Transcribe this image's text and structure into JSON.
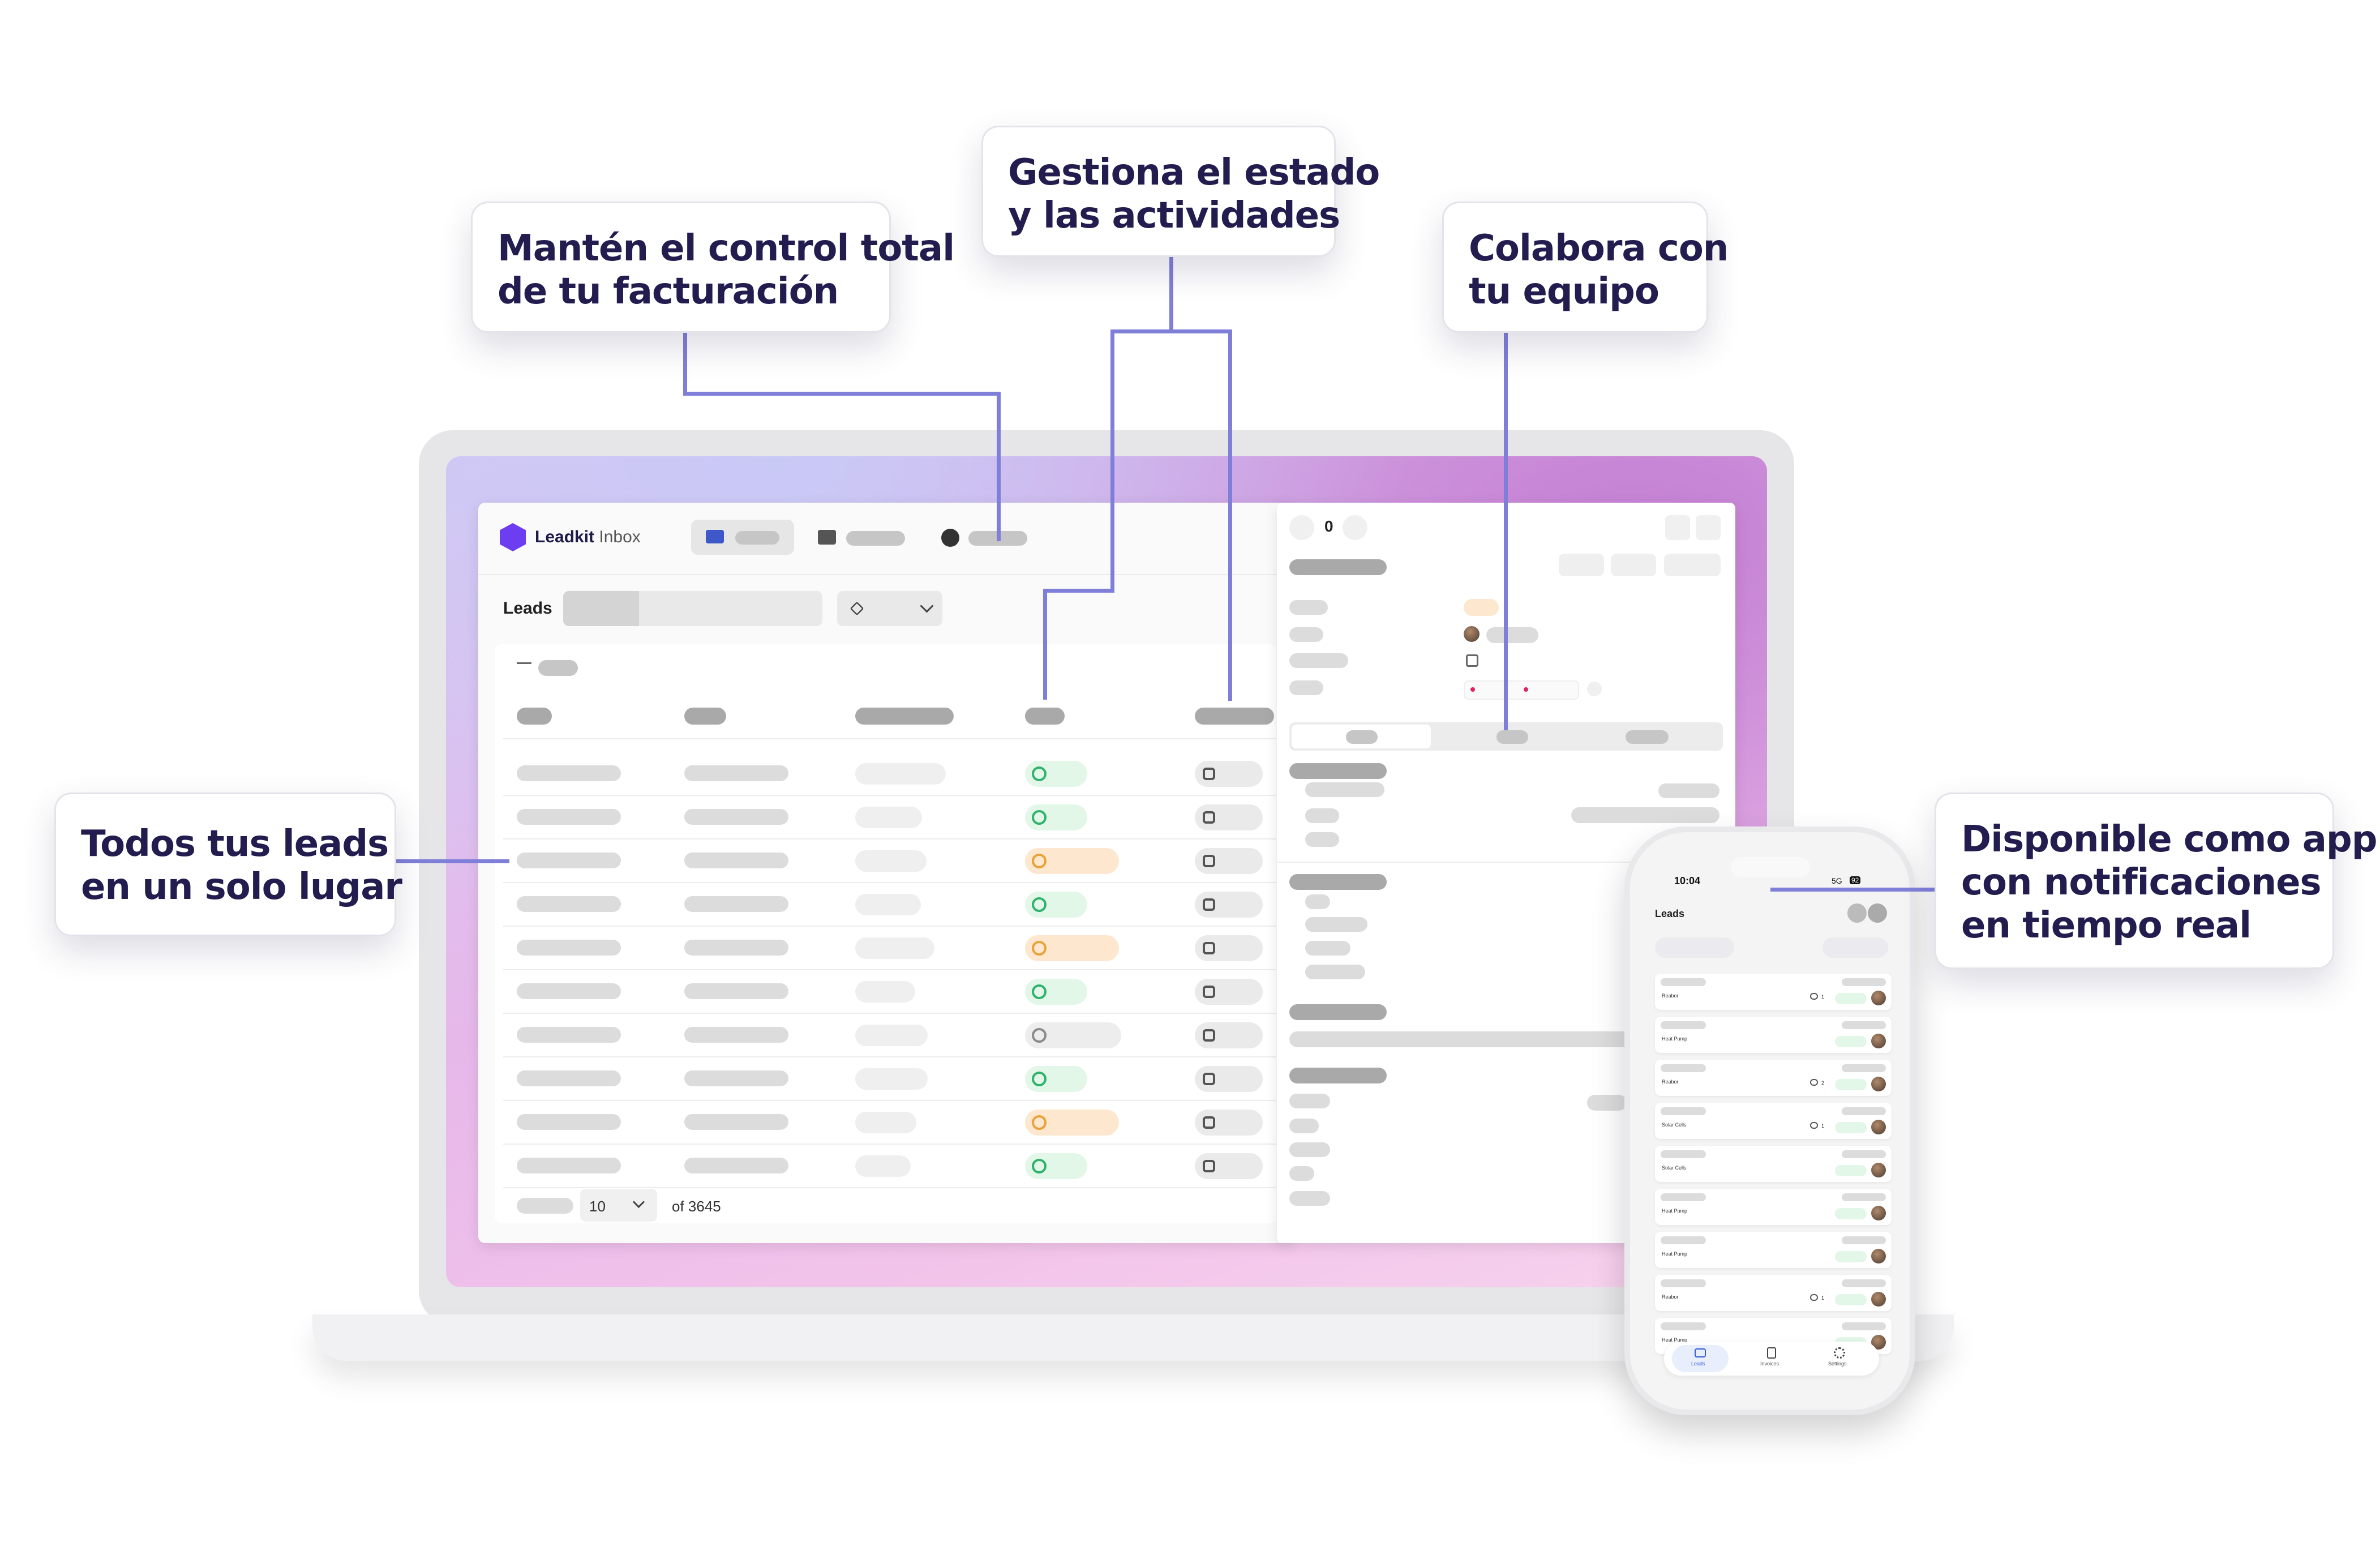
{
  "callouts": {
    "billing": [
      "Mantén el control total",
      "de tu facturación"
    ],
    "status": [
      "Gestiona el estado",
      "y las actividades"
    ],
    "team": [
      "Colabora con",
      "tu equipo"
    ],
    "leads": [
      "Todos tus leads",
      "en un solo lugar"
    ],
    "app": [
      "Disponible como app",
      "con notificaciones",
      "en tiempo real"
    ]
  },
  "app": {
    "brand": "Leadkit",
    "brand_suffix": "Inbox",
    "page_title": "Leads",
    "pagination": {
      "page_size": "10",
      "total_label": "of 3645"
    },
    "rows": [
      {
        "status": "green",
        "activity": "phone-icon"
      },
      {
        "status": "green",
        "activity": "mail-icon"
      },
      {
        "status": "orange",
        "activity": "clock-icon"
      },
      {
        "status": "green",
        "activity": "car-icon"
      },
      {
        "status": "orange",
        "activity": "phone-icon"
      },
      {
        "status": "green",
        "activity": "chat-icon"
      },
      {
        "status": "neutral",
        "activity": "clock-icon"
      },
      {
        "status": "green",
        "activity": "car-icon"
      },
      {
        "status": "orange",
        "activity": "mail-icon"
      },
      {
        "status": "green",
        "activity": "clock-icon"
      }
    ]
  },
  "detail_panel": {
    "counter": "0"
  },
  "phone": {
    "time": "10:04",
    "network": "5G",
    "battery": "92",
    "title": "Leads",
    "cards": [
      {
        "tag": "Reabor",
        "comments": "1"
      },
      {
        "tag": "Heat Pump",
        "comments": ""
      },
      {
        "tag": "Reabor",
        "comments": "2"
      },
      {
        "tag": "Solar Cells",
        "comments": "1"
      },
      {
        "tag": "Solar Cells",
        "comments": ""
      },
      {
        "tag": "Heat Pump",
        "comments": ""
      },
      {
        "tag": "Heat Pump",
        "comments": ""
      },
      {
        "tag": "Reabor",
        "comments": "1"
      },
      {
        "tag": "Heat Pump",
        "comments": ""
      }
    ],
    "tabs": [
      "Leads",
      "Invoices",
      "Settings"
    ]
  },
  "colors": {
    "accent": "#7f7fd9",
    "callout_text": "#221c4f",
    "brand": "#6d3df2"
  }
}
